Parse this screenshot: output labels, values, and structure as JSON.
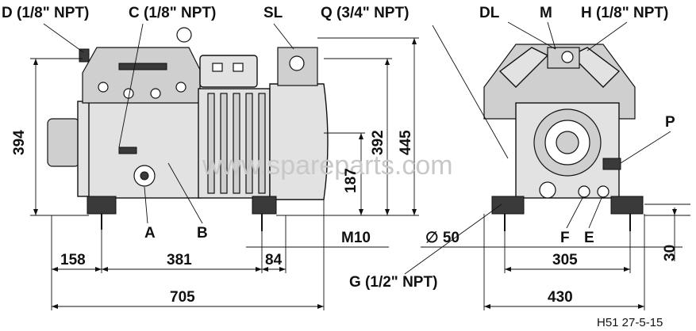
{
  "labels": {
    "D": "D (1/8\" NPT)",
    "C": "C (1/8\" NPT)",
    "SL": "SL",
    "Q": "Q (3/4\" NPT)",
    "DL": "DL",
    "M": "M",
    "H": "H (1/8\" NPT)",
    "P": "P",
    "A": "A",
    "B": "B",
    "F": "F",
    "E": "E",
    "G": "G (1/2\" NPT)",
    "M10": "M10"
  },
  "dimensions": {
    "h394": "394",
    "h392": "392",
    "h445": "445",
    "h187": "187",
    "w158": "158",
    "w381": "381",
    "w84": "84",
    "w705": "705",
    "d50": "∅ 50",
    "w305": "305",
    "w430": "430",
    "h30": "30"
  },
  "reference": "H51 27-5-15",
  "watermark": "www.spareparts.com"
}
